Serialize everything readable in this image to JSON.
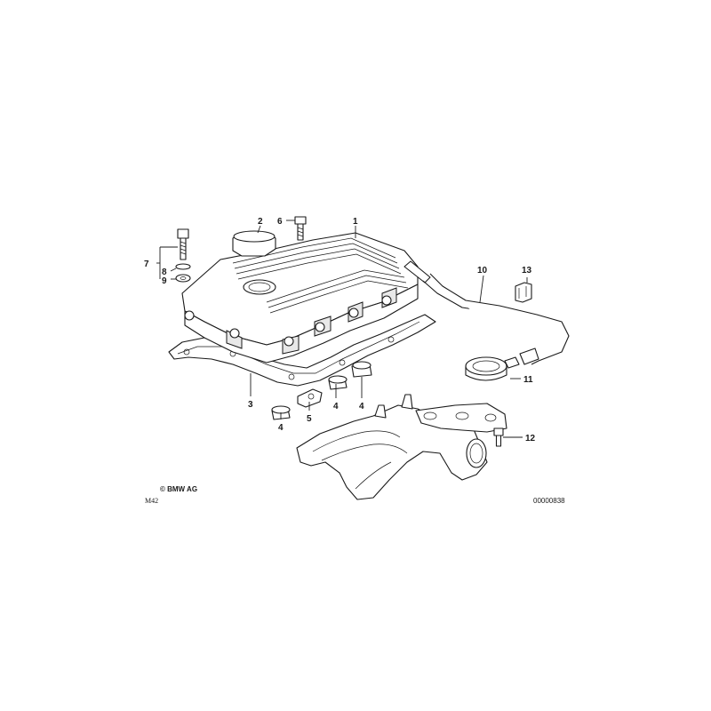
{
  "diagram": {
    "model_code": "M42",
    "copyright": "© BMW AG",
    "drawing_number": "00000838"
  },
  "callouts": [
    {
      "id": "c1",
      "label": "1"
    },
    {
      "id": "c2",
      "label": "2"
    },
    {
      "id": "c3",
      "label": "3"
    },
    {
      "id": "c4a",
      "label": "4"
    },
    {
      "id": "c4b",
      "label": "4"
    },
    {
      "id": "c4c",
      "label": "4"
    },
    {
      "id": "c5",
      "label": "5"
    },
    {
      "id": "c6",
      "label": "6"
    },
    {
      "id": "c7",
      "label": "7"
    },
    {
      "id": "c8",
      "label": "8"
    },
    {
      "id": "c9",
      "label": "9"
    },
    {
      "id": "c10",
      "label": "10"
    },
    {
      "id": "c11",
      "label": "11"
    },
    {
      "id": "c12",
      "label": "12"
    },
    {
      "id": "c13",
      "label": "13"
    }
  ]
}
